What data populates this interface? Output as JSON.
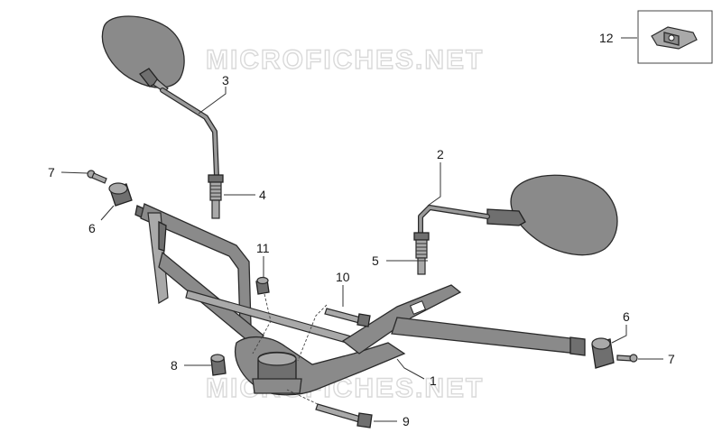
{
  "watermark": {
    "top": "MICROFICHES.NET",
    "bottom": "MICROFICHES.NET"
  },
  "callouts": [
    {
      "id": "c1",
      "label": "1"
    },
    {
      "id": "c2",
      "label": "2"
    },
    {
      "id": "c3",
      "label": "3"
    },
    {
      "id": "c4",
      "label": "4"
    },
    {
      "id": "c5",
      "label": "5"
    },
    {
      "id": "c6a",
      "label": "6"
    },
    {
      "id": "c6b",
      "label": "6"
    },
    {
      "id": "c7a",
      "label": "7"
    },
    {
      "id": "c7b",
      "label": "7"
    },
    {
      "id": "c8",
      "label": "8"
    },
    {
      "id": "c9",
      "label": "9"
    },
    {
      "id": "c10",
      "label": "10"
    },
    {
      "id": "c11",
      "label": "11"
    },
    {
      "id": "c12",
      "label": "12"
    }
  ],
  "colors": {
    "part_fill": "#8a8a8a",
    "outline": "#2a2a2a",
    "watermark": "#d9d9d9"
  }
}
